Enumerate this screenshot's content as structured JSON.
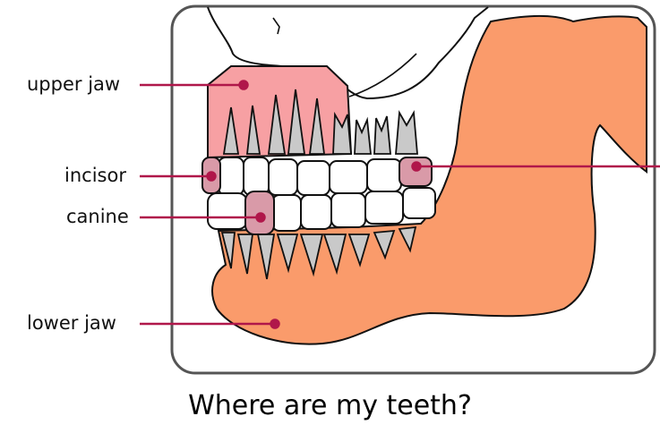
{
  "labels": {
    "upper_jaw": "upper jaw",
    "incisor": "incisor",
    "canine": "canine",
    "lower_jaw": "lower jaw"
  },
  "caption": "Where are my teeth?",
  "colors": {
    "pointer": "#b0174a",
    "lower_jaw": "#fa9b6b",
    "upper_jaw": "#f7a0a3",
    "root": "#c9c9c9",
    "highlight_tooth": "#d99aa8",
    "frame": "#555555"
  }
}
